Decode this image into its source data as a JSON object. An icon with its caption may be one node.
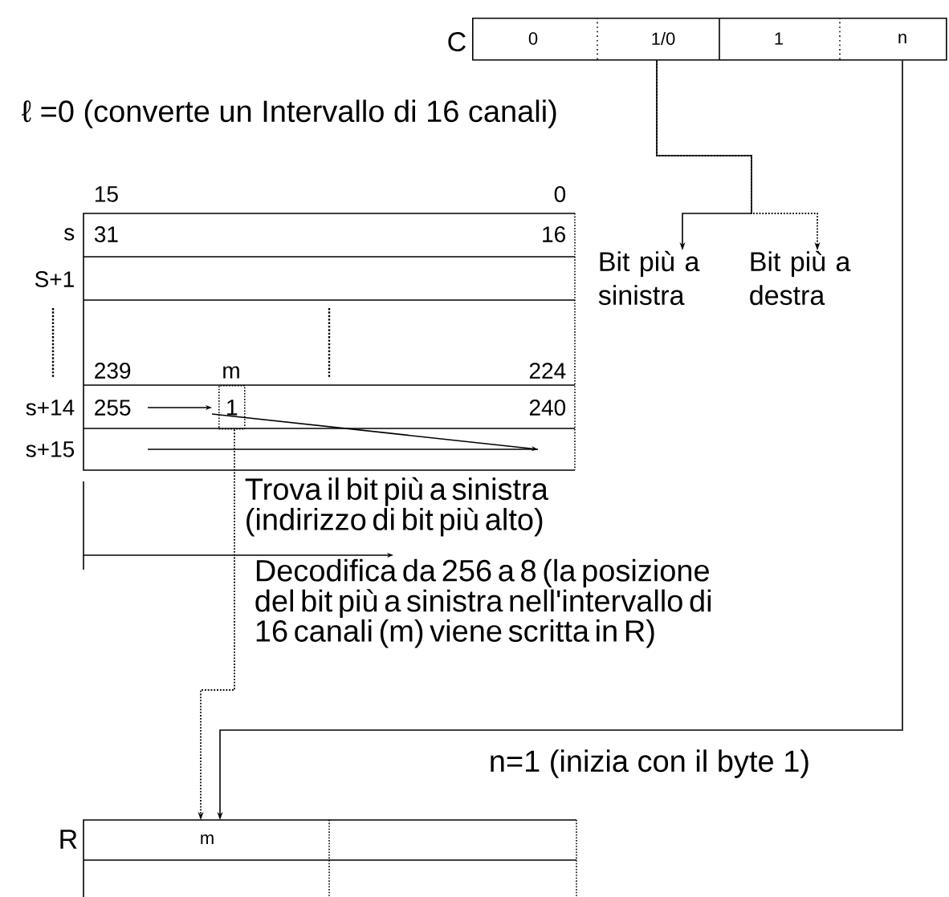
{
  "diagram": {
    "nodes": [
      {
        "text": [
          "0",
          "1/0",
          "1",
          "n"
        ],
        "beside": [
          "C"
        ]
      },
      {
        "text": [
          "Bit più a sinistra"
        ]
      },
      {
        "text": [
          "Bit più a destra"
        ]
      },
      {
        "text": [
          "31",
          "16",
          "239",
          "224",
          "255",
          "240"
        ],
        "beside": [
          "15",
          "0",
          "s",
          "S+1",
          "s+14",
          "s+15"
        ]
      },
      {
        "text": [
          "1"
        ],
        "beside": [
          "m"
        ],
        "in": 3
      },
      {
        "text": [
          "R",
          "m"
        ]
      }
    ],
    "edges": [
      {
        "from": 0,
        "to": 1,
        "arrow": "to"
      },
      {
        "from": 0,
        "to": 2,
        "arrow": "to",
        "style": "dashed"
      },
      {
        "from": 4,
        "to": 5,
        "arrow": "to",
        "style": "dashed"
      },
      {
        "from": 0,
        "to": 5,
        "arrow": "to"
      }
    ],
    "labels": [
      "ℓ =0 (converte un Intervallo di 16 canali)",
      "Trova il bit più a sinistra (indirizzo di bit più alto)",
      "Decodifica da 256 a 8 (la posizione del bit più a sinistra nell'intervallo di 16 canali (m) viene scritta in R)",
      "n=1 (inizia con il byte 1)"
    ]
  }
}
